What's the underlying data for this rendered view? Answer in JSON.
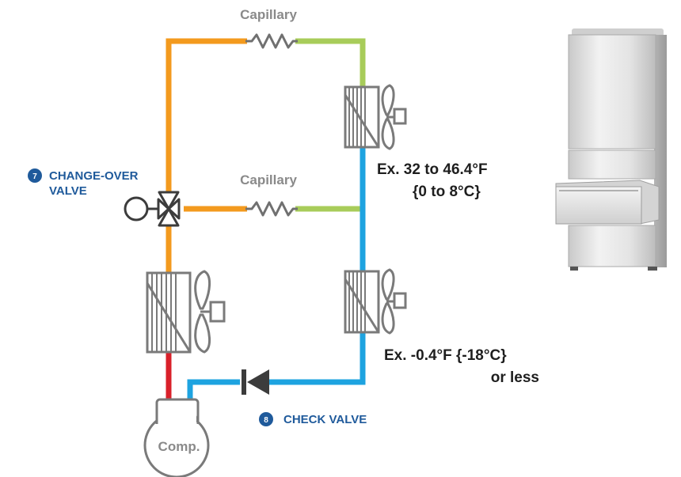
{
  "colors": {
    "hot_pipe": "#F39A1E",
    "discharge_pipe": "#D9202A",
    "cold_pipe": "#1EA3E0",
    "capillary_out": "#A8CC5A",
    "label_blue": "#1F5A9B",
    "component_gray": "#7A7A7A"
  },
  "labels": {
    "capillary_top": "Capillary",
    "capillary_mid": "Capillary",
    "changeover_number": "7",
    "changeover_line1": "CHANGE-OVER",
    "changeover_line2": "VALVE",
    "checkvalve_number": "8",
    "checkvalve_text": "CHECK VALVE",
    "temp_upper_line1": "Ex. 32 to 46.4°F",
    "temp_upper_line2": "{0 to 8°C}",
    "temp_lower_line1": "Ex. -0.4°F {-18°C}",
    "temp_lower_line2": "or less",
    "compressor": "Comp."
  },
  "icons": {
    "coil": "heat-exchanger-coil-icon",
    "fan": "fan-icon",
    "capillary": "capillary-zigzag-icon",
    "valve": "three-way-valve-icon",
    "check": "check-valve-icon",
    "fridge": "refrigerator-icon"
  }
}
